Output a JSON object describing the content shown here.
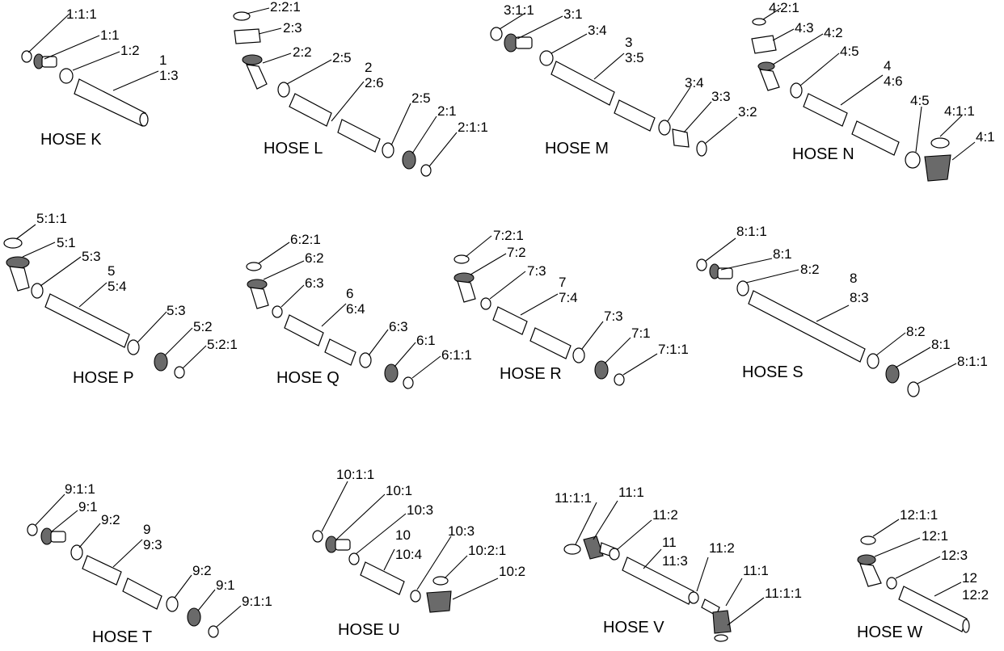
{
  "hoses": [
    {
      "title": "HOSE K",
      "labels": [
        "1:1:1",
        "1:1",
        "1:2",
        "1",
        "1:3"
      ]
    },
    {
      "title": "HOSE L",
      "labels": [
        "2:2:1",
        "2:3",
        "2:2",
        "2:5",
        "2",
        "2:6",
        "2:5",
        "2:1",
        "2:1:1"
      ]
    },
    {
      "title": "HOSE M",
      "labels": [
        "3:1:1",
        "3:1",
        "3:4",
        "3",
        "3:5",
        "3:4",
        "3:3",
        "3:2"
      ]
    },
    {
      "title": "HOSE N",
      "labels": [
        "4:2:1",
        "4:3",
        "4:2",
        "4:5",
        "4",
        "4:6",
        "4:5",
        "4:1:1",
        "4:1"
      ]
    },
    {
      "title": "HOSE P",
      "labels": [
        "5:1:1",
        "5:1",
        "5:3",
        "5",
        "5:4",
        "5:3",
        "5:2",
        "5:2:1"
      ]
    },
    {
      "title": "HOSE Q",
      "labels": [
        "6:2:1",
        "6:2",
        "6:3",
        "6",
        "6:4",
        "6:3",
        "6:1",
        "6:1:1"
      ]
    },
    {
      "title": "HOSE R",
      "labels": [
        "7:2:1",
        "7:2",
        "7:3",
        "7",
        "7:4",
        "7:3",
        "7:1",
        "7:1:1"
      ]
    },
    {
      "title": "HOSE S",
      "labels": [
        "8:1:1",
        "8:1",
        "8:2",
        "8",
        "8:3",
        "8:2",
        "8:1",
        "8:1:1"
      ]
    },
    {
      "title": "HOSE T",
      "labels": [
        "9:1:1",
        "9:1",
        "9:2",
        "9",
        "9:3",
        "9:2",
        "9:1",
        "9:1:1"
      ]
    },
    {
      "title": "HOSE U",
      "labels": [
        "10:1:1",
        "10:1",
        "10:3",
        "10",
        "10:4",
        "10:3",
        "10:2:1",
        "10:2"
      ]
    },
    {
      "title": "HOSE V",
      "labels": [
        "11:1:1",
        "11:1",
        "11:2",
        "11",
        "11:3",
        "11:2",
        "11:1",
        "11:1:1"
      ]
    },
    {
      "title": "HOSE W",
      "labels": [
        "12:1:1",
        "12:1",
        "12:3",
        "12",
        "12:2"
      ]
    }
  ]
}
